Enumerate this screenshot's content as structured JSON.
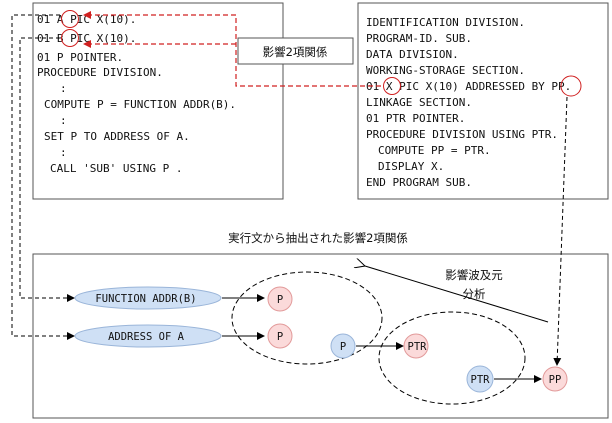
{
  "caller_program": {
    "lines": [
      "01  A  PIC X(10).",
      "01  B  PIC X(10).",
      "01  P  POINTER.",
      "PROCEDURE DIVISION.",
      ":",
      "COMPUTE P  = FUNCTION ADDR(B).",
      ":",
      "SET P TO ADDRESS OF A.",
      ":",
      "CALL 'SUB' USING  P ."
    ]
  },
  "sub_program": {
    "lines": [
      "IDENTIFICATION DIVISION.",
      "PROGRAM-ID. SUB.",
      "DATA DIVISION.",
      "WORKING-STORAGE SECTION.",
      "01  X  PIC X(10) ADDRESSED BY PP.",
      "LINKAGE SECTION.",
      "01 PTR POINTER.",
      "PROCEDURE DIVISION USING PTR.",
      "COMPUTE PP = PTR.",
      "DISPLAY X.",
      "END PROGRAM SUB."
    ]
  },
  "relation_label": "影響2項関係",
  "bottom_title": "実行文から抽出された影響2項関係",
  "analysis_label": [
    "影響波及元",
    "分析"
  ],
  "nodes": {
    "func_addr": "FUNCTION ADDR(B)",
    "address_of_a": "ADDRESS OF A",
    "p_target_1": "P",
    "p_target_2": "P",
    "p_source": "P",
    "ptr_target": "PTR",
    "ptr_source": "PTR",
    "pp": "PP"
  },
  "colors": {
    "red_arrow": "#d02020",
    "red_node_fill": "#fbdada",
    "red_node_stroke": "#e29a9a",
    "blue_node_fill": "#cfe0f5",
    "blue_node_stroke": "#9ab5d9",
    "ellipse_stroke": "#9ab5d9"
  }
}
